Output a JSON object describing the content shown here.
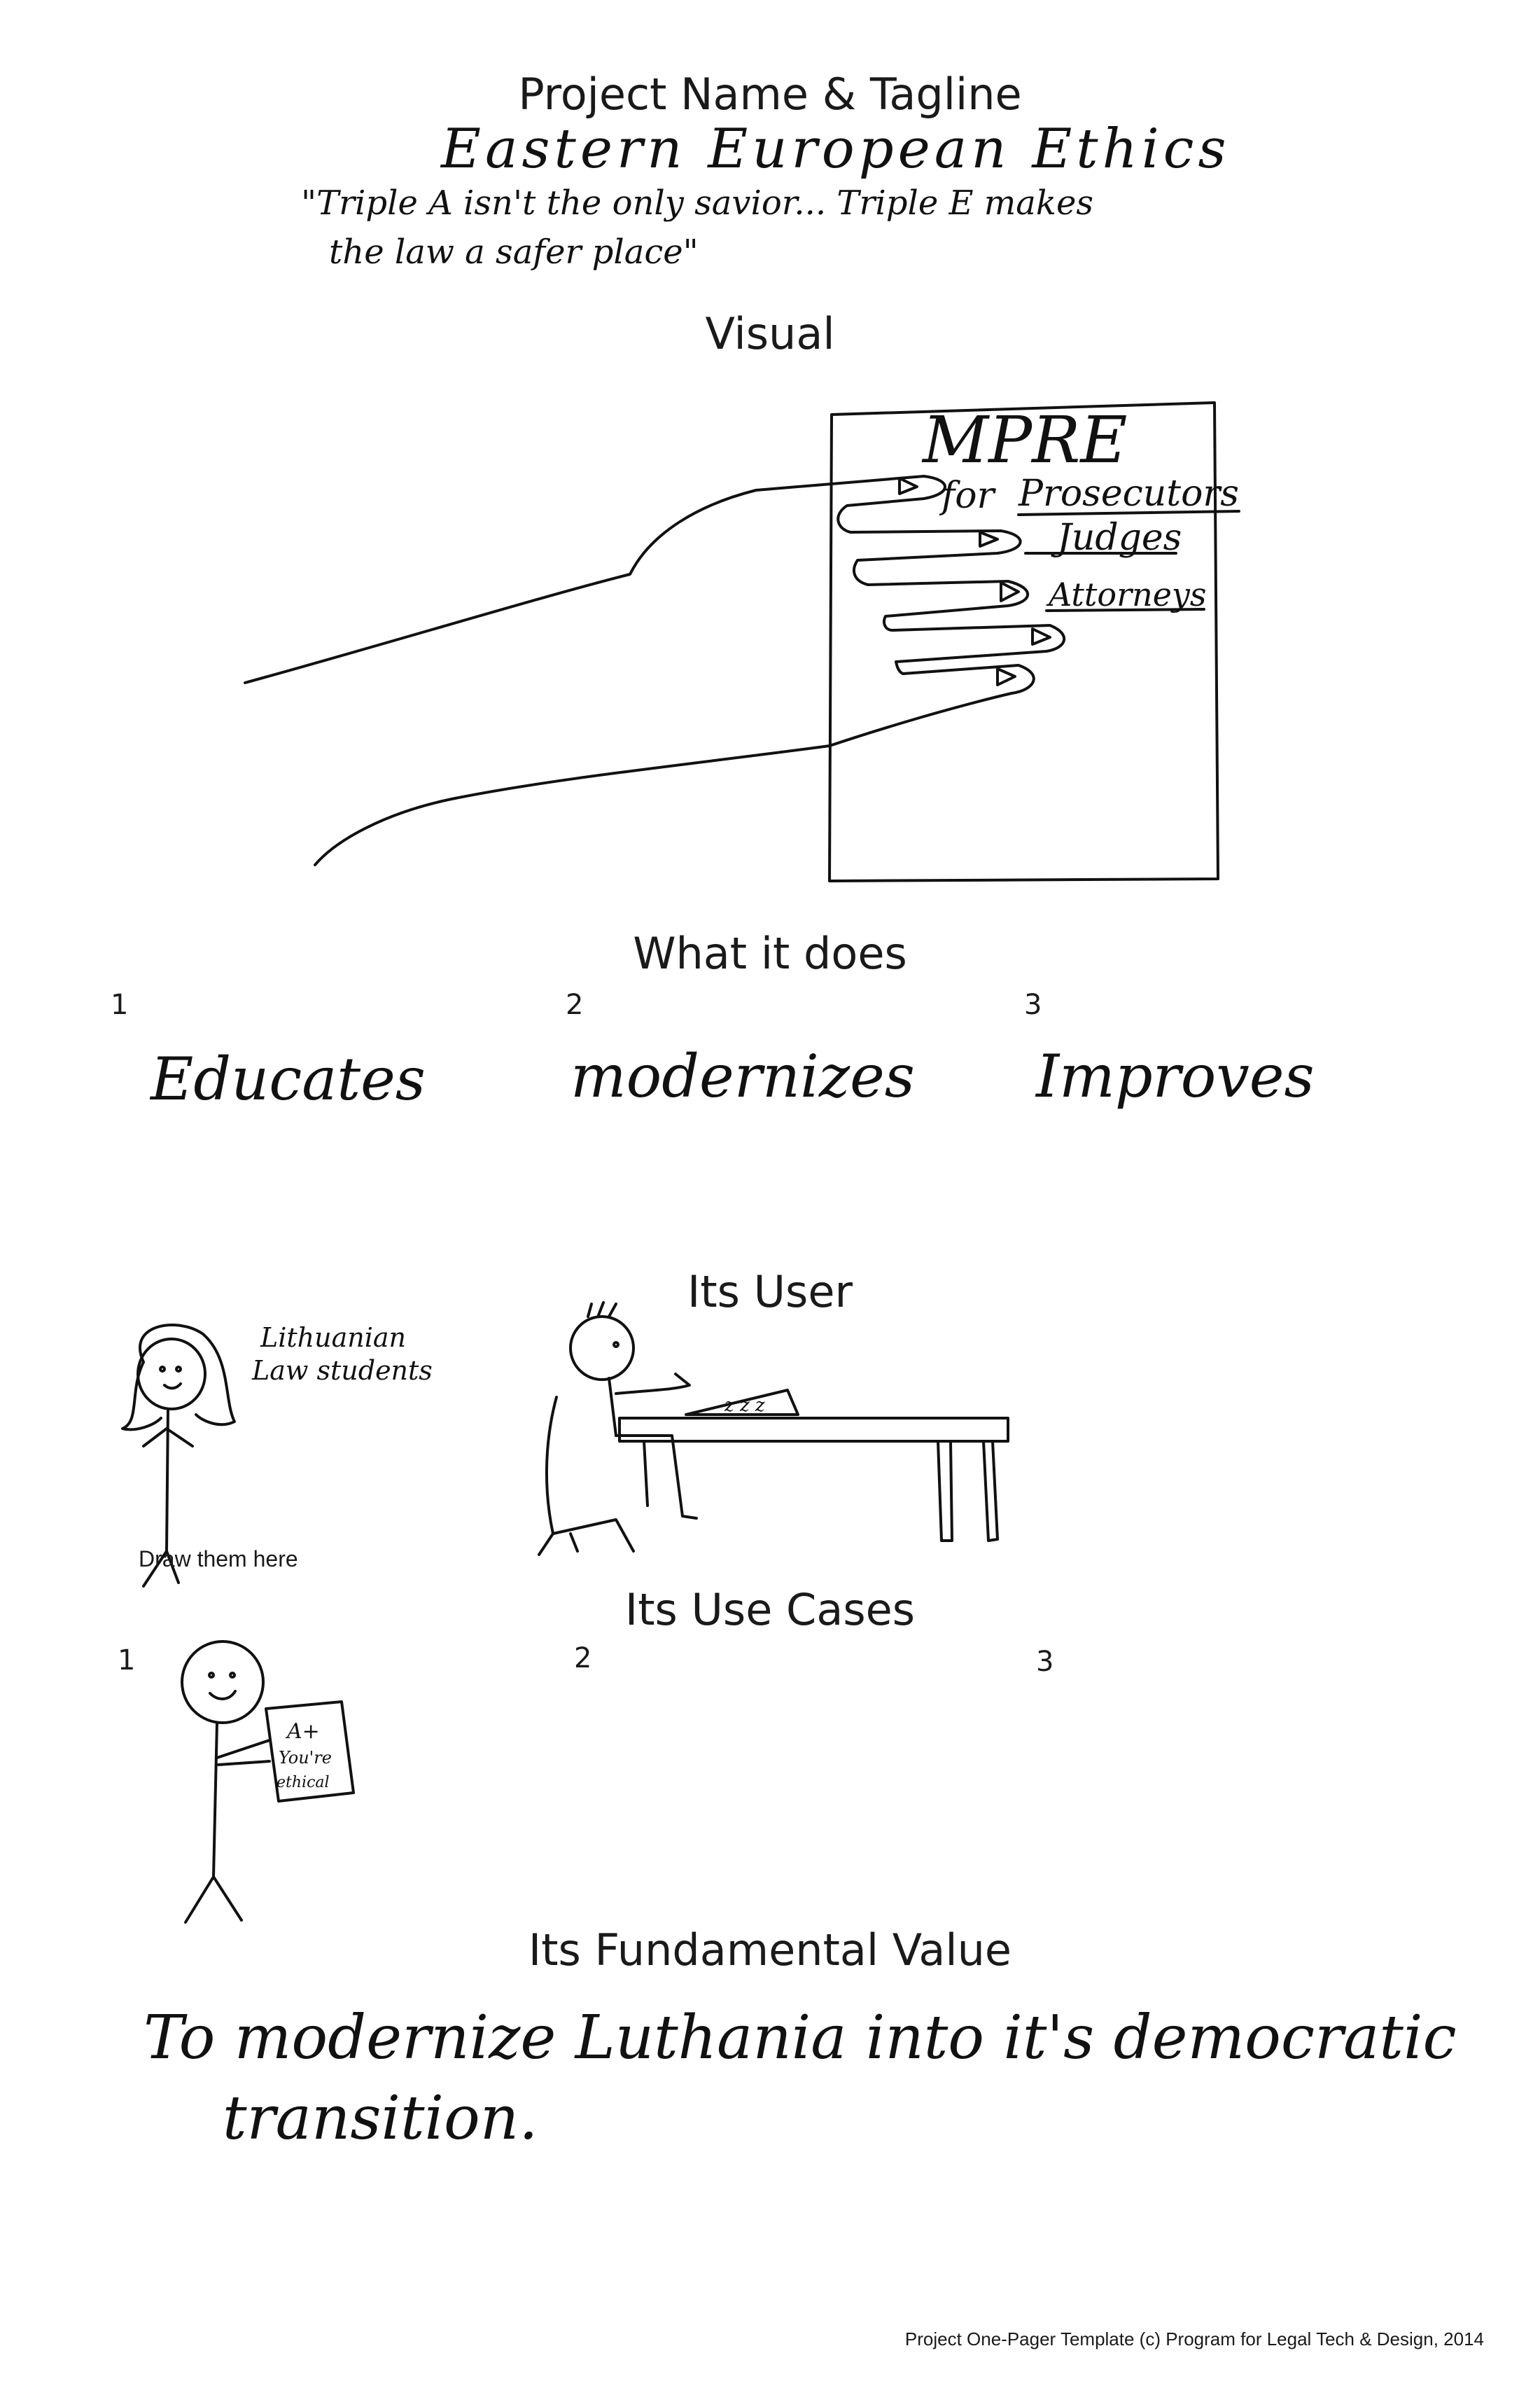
{
  "header": {
    "project_heading": "Project Name & Tagline",
    "project_name": "Eastern European Ethics",
    "tagline_line1": "\"Triple A isn't the only savior... Triple E makes",
    "tagline_line2": "the law a safer place\""
  },
  "visual": {
    "heading": "Visual",
    "paper_title": "MPRE",
    "paper_for": "for",
    "items": [
      "Prosecutors",
      "Judges",
      "Attorneys"
    ]
  },
  "what_it_does": {
    "heading": "What it does",
    "items": [
      {
        "num": "1",
        "text": "Educates"
      },
      {
        "num": "2",
        "text": "modernizes"
      },
      {
        "num": "3",
        "text": "Improves"
      }
    ]
  },
  "its_user": {
    "heading": "Its User",
    "user_label_line1": "Lithuanian",
    "user_label_line2": "Law students",
    "draw_prompt": "Draw them here",
    "desk_paper_text": "z z z"
  },
  "use_cases": {
    "heading": "Its Use Cases",
    "nums": [
      "1",
      "2",
      "3"
    ],
    "paper_line1": "A+",
    "paper_line2": "You're",
    "paper_line3": "ethical"
  },
  "fundamental_value": {
    "heading": "Its Fundamental Value",
    "line1": "To modernize Luthania into it's democratic",
    "line2": "transition."
  },
  "footer": {
    "credit": "Project One-Pager Template (c) Program for Legal Tech & Design, 2014"
  }
}
